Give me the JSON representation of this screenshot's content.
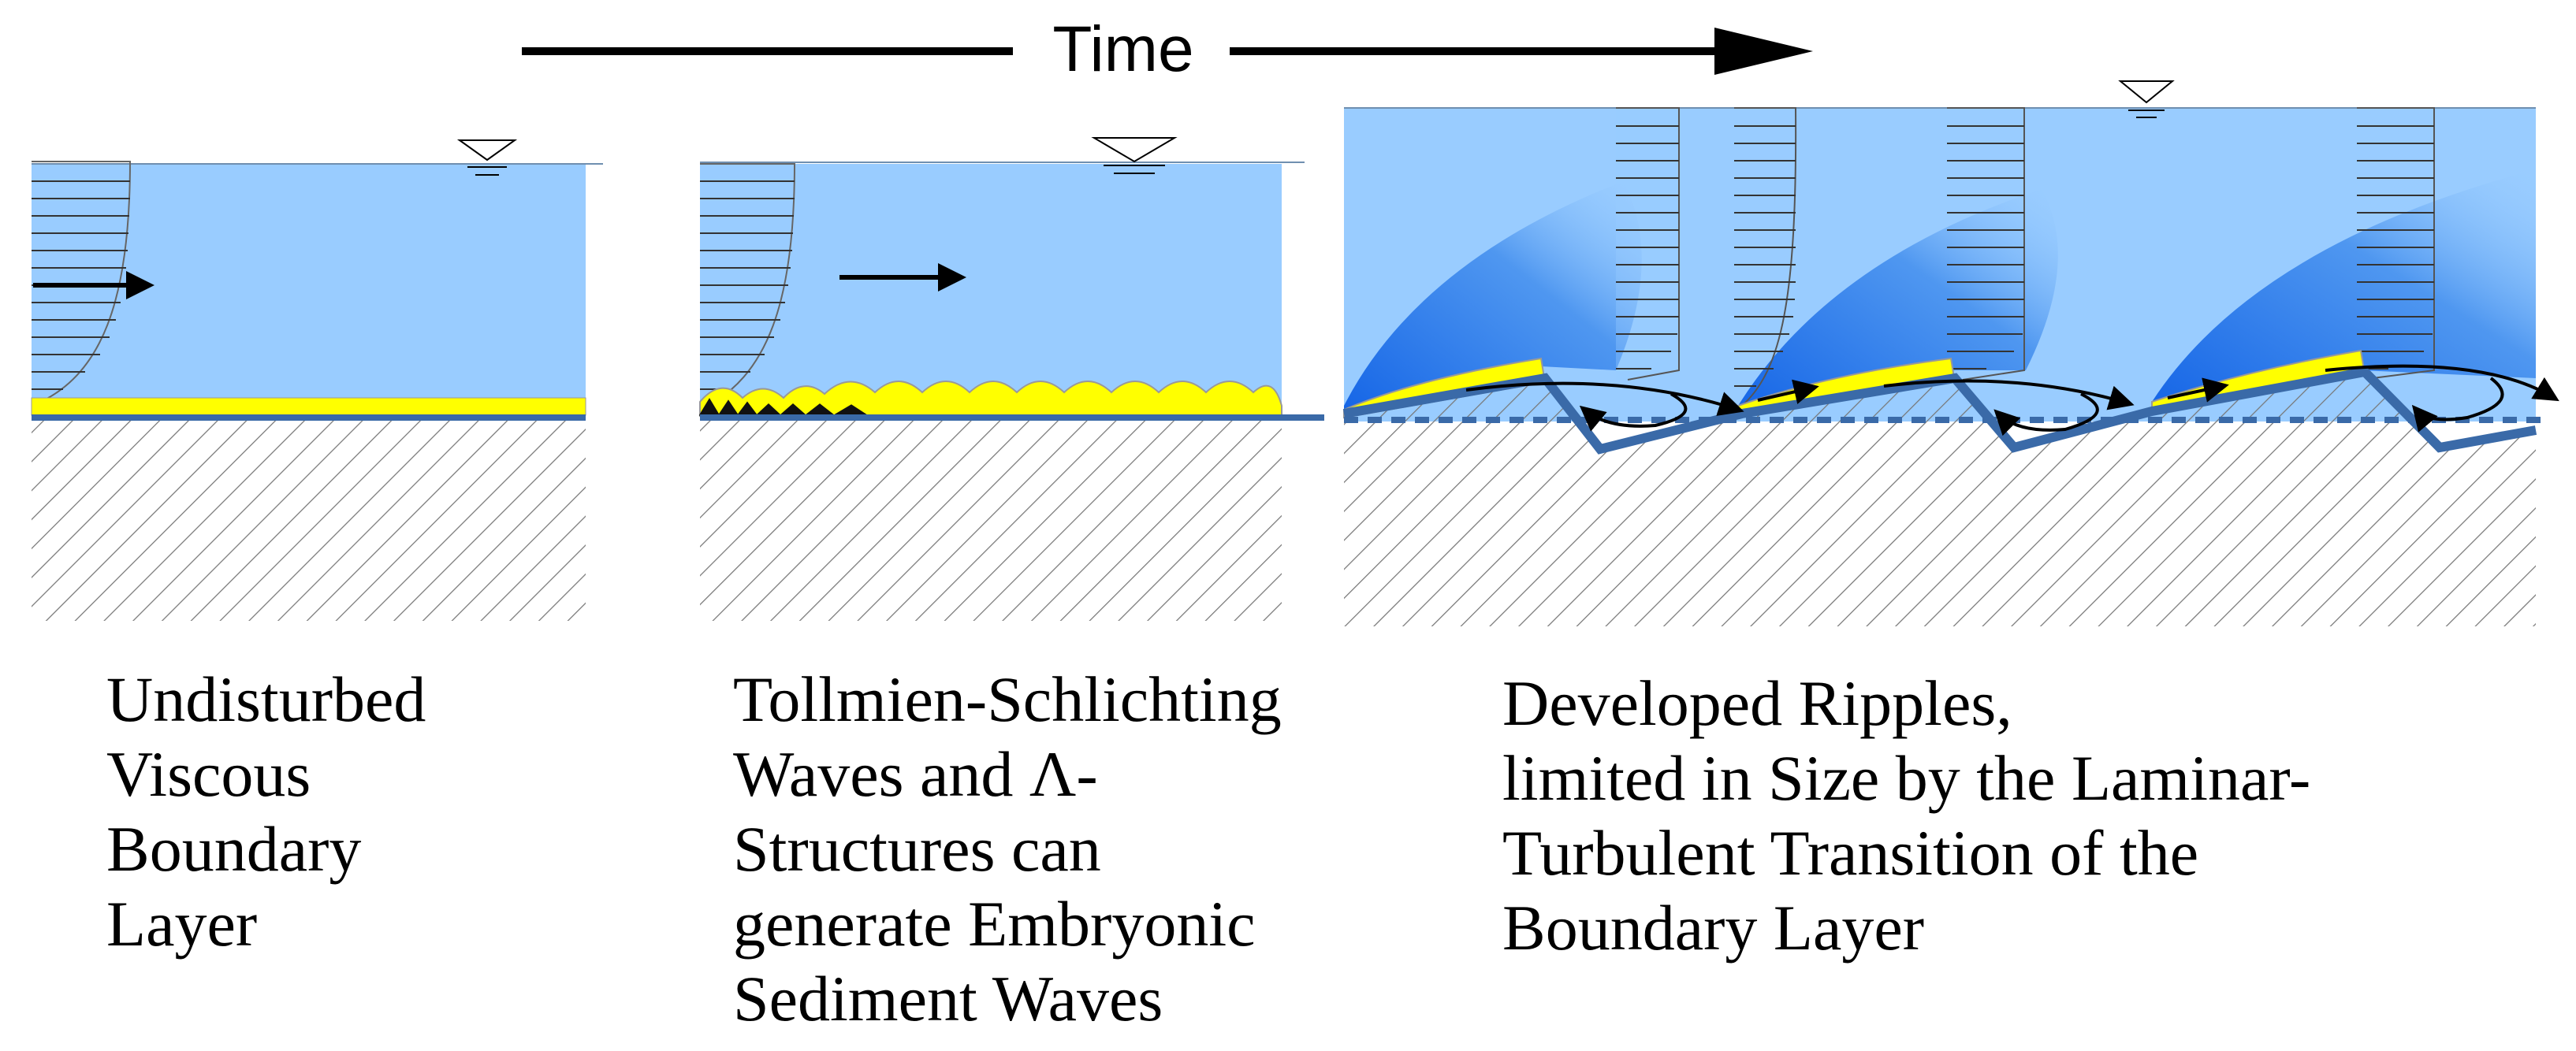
{
  "time_axis": {
    "label": "Time"
  },
  "panels": [
    {
      "id": "undisturbed",
      "caption_lines": [
        "Undisturbed",
        "Viscous",
        "Boundary",
        "Layer"
      ]
    },
    {
      "id": "tollmien",
      "caption_lines": [
        "Tollmien-Schlichting",
        "Waves and Λ-",
        "Structures can",
        "generate Embryonic",
        "Sediment Waves"
      ]
    },
    {
      "id": "ripples",
      "caption_lines": [
        "Developed Ripples,",
        "limited in Size by the Laminar-",
        "Turbulent Transition of the",
        "Boundary Layer"
      ]
    }
  ],
  "colors": {
    "water": "#99ccff",
    "water_dark": "#1a6fe8",
    "sediment": "#ffff00",
    "bed_line": "#3a6aa8",
    "hatch": "#666666",
    "arrow": "#000000"
  }
}
